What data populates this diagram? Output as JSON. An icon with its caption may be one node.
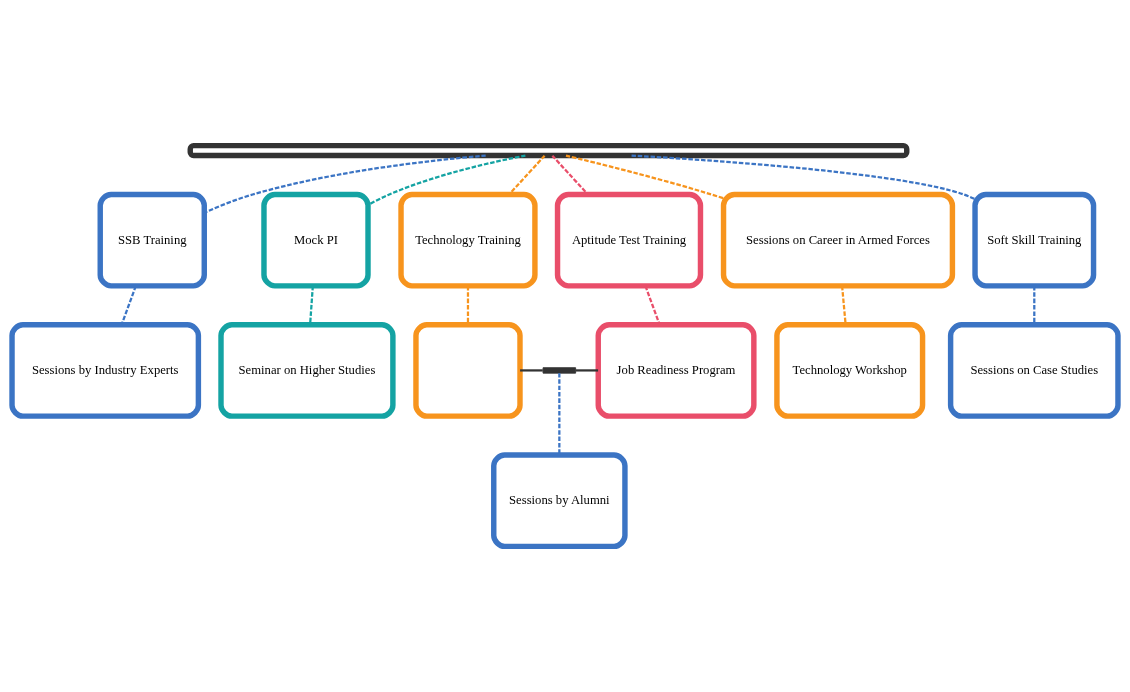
{
  "diagram": {
    "nodes": [
      {
        "text": [],
        "shape": "bar"
      },
      {
        "text": [
          "SSB Training"
        ]
      },
      {
        "text": [
          "Mock PI"
        ]
      },
      {
        "text": [
          "Technology Training"
        ]
      },
      {
        "text": [
          "Aptitude Test Training"
        ]
      },
      {
        "text": [
          "Sessions on Career in Armed Forces"
        ]
      },
      {
        "text": [
          "Soft Skill Training"
        ]
      },
      {
        "text": [
          "Sessions by Industry Experts"
        ]
      },
      {
        "text": [
          "Seminar on Higher Studies"
        ]
      },
      {
        "text": [],
        "shape": "box"
      },
      {
        "text": [
          "Job Readiness Program"
        ]
      },
      {
        "text": [
          "Technology Workshop"
        ]
      },
      {
        "text": [
          "Sessions on Case Studies"
        ]
      },
      {
        "text": [],
        "shape": "bar"
      },
      {
        "text": [
          "Sessions by Alumni"
        ]
      }
    ],
    "edges": [
      {
        "from": 0,
        "to": 1,
        "arrow": "none",
        "style": "dashed"
      },
      {
        "from": 0,
        "to": 2,
        "arrow": "none",
        "style": "dashed",
        "color": "#14a3a3"
      },
      {
        "from": 0,
        "to": 3,
        "arrow": "none",
        "style": "dashed",
        "color": "#f7941d"
      },
      {
        "from": 0,
        "to": 4,
        "arrow": "none",
        "style": "dashed",
        "color": "#e94e6a"
      },
      {
        "from": 0,
        "to": 5,
        "arrow": "none",
        "style": "dashed",
        "color": "#f7941d"
      },
      {
        "from": 0,
        "to": 6,
        "arrow": "none",
        "style": "dashed"
      },
      {
        "from": 1,
        "to": 7,
        "arrow": "none",
        "style": "dashed"
      },
      {
        "from": 2,
        "to": 8,
        "arrow": "none",
        "style": "dashed",
        "color": "#14a3a3"
      },
      {
        "from": 3,
        "to": 9,
        "arrow": "none",
        "style": "dashed",
        "color": "#f7941d"
      },
      {
        "from": 4,
        "to": 10,
        "arrow": "none",
        "style": "dashed",
        "color": "#e94e6a"
      },
      {
        "from": 5,
        "to": 11,
        "arrow": "none",
        "style": "dashed",
        "color": "#f7941d"
      },
      {
        "from": 6,
        "to": 12,
        "arrow": "none",
        "style": "dashed"
      },
      {
        "from": 9,
        "to": 13,
        "arrow": "none",
        "color": "#333333"
      },
      {
        "from": 13,
        "to": 10,
        "arrow": "none",
        "color": "#333333"
      },
      {
        "from": 13,
        "to": 14,
        "arrow": "none",
        "style": "dashed"
      }
    ]
  }
}
